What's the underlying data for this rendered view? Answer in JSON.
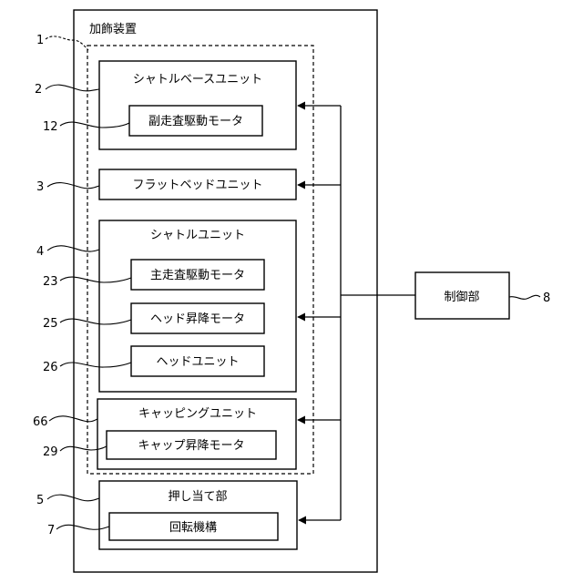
{
  "device": {
    "title": "加飾装置"
  },
  "units": {
    "shuttle_base": {
      "label": "シャトルベースユニット",
      "motor": "副走査駆動モータ"
    },
    "flatbed": {
      "label": "フラットベッドユニット"
    },
    "shuttle": {
      "label": "シャトルユニット",
      "main_motor": "主走査駆動モータ",
      "head_motor": "ヘッド昇降モータ",
      "head_unit": "ヘッドユニット"
    },
    "capping": {
      "label": "キャッピングユニット",
      "cap_motor": "キャップ昇降モータ"
    },
    "pressing": {
      "label": "押し当て部",
      "rotation": "回転機構"
    }
  },
  "controller": {
    "label": "制御部"
  },
  "refs": {
    "r1": "1",
    "r2": "2",
    "r12": "12",
    "r3": "3",
    "r4": "4",
    "r23": "23",
    "r25": "25",
    "r26": "26",
    "r66": "66",
    "r29": "29",
    "r5": "5",
    "r7": "7",
    "r8": "8"
  }
}
